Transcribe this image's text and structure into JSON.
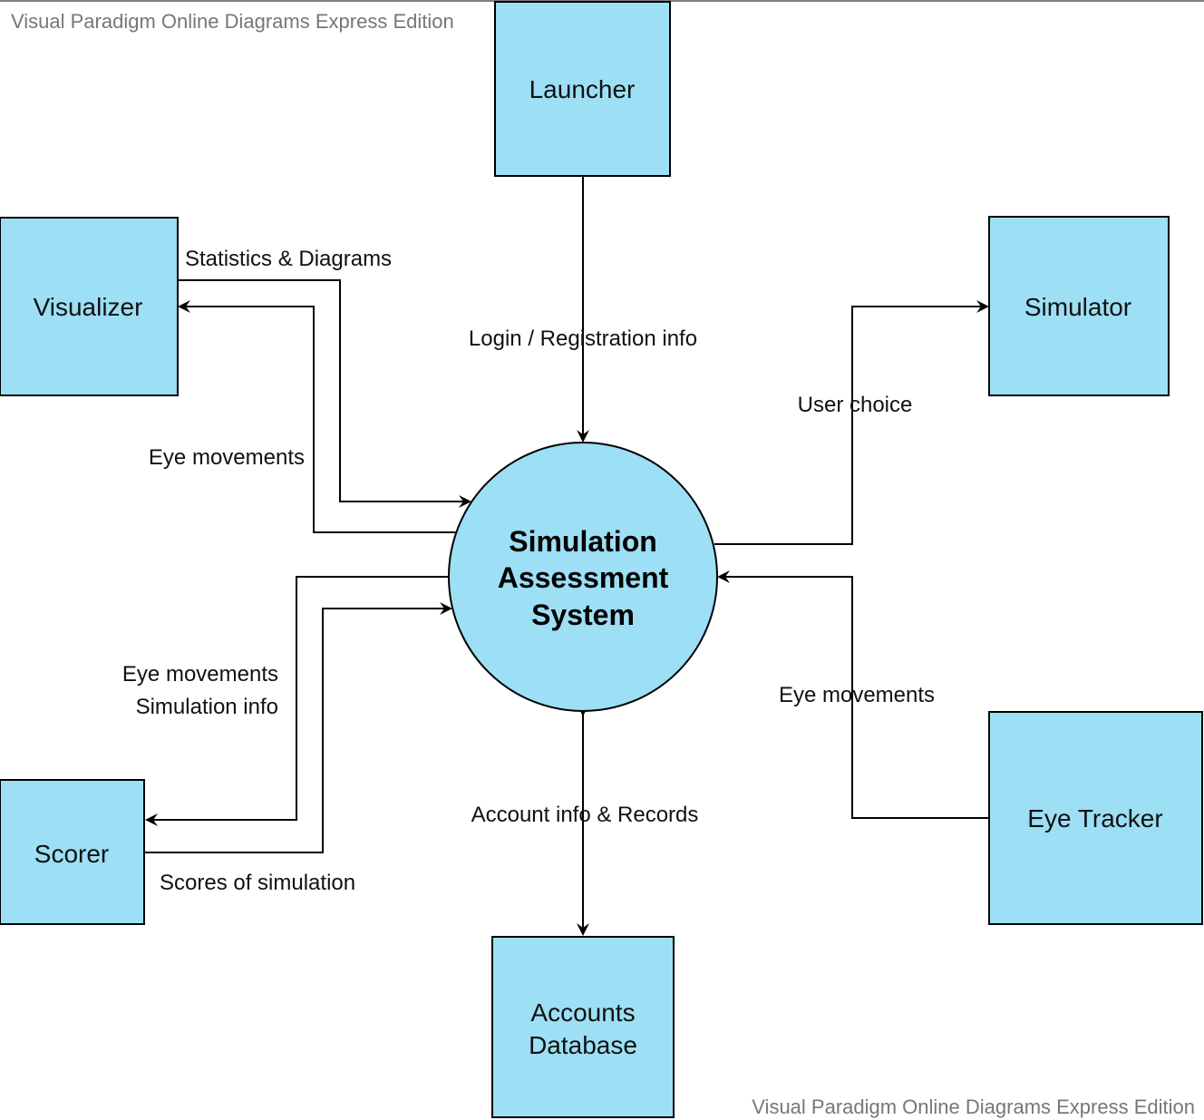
{
  "watermark": {
    "top": "Visual Paradigm Online Diagrams Express Edition",
    "bottom": "Visual Paradigm Online Diagrams Express Edition"
  },
  "process": {
    "line1": "Simulation",
    "line2": "Assessment",
    "line3": "System"
  },
  "entities": {
    "launcher": "Launcher",
    "visualizer": "Visualizer",
    "simulator": "Simulator",
    "scorer": "Scorer",
    "eye_tracker": "Eye Tracker",
    "accounts_line1": "Accounts",
    "accounts_line2": "Database"
  },
  "flows": {
    "login": "Login / Registration info",
    "statistics": "Statistics & Diagrams",
    "eye_movements_visualizer": "Eye movements",
    "user_choice": "User choice",
    "eye_movements_scorer": "Eye movements",
    "simulation_info": "Simulation info",
    "scores": "Scores of simulation",
    "eye_movements_tracker": "Eye movements",
    "account_records": "Account info & Records"
  },
  "colors": {
    "fill": "#9ddff5",
    "stroke": "#000000",
    "watermark": "#777777"
  }
}
